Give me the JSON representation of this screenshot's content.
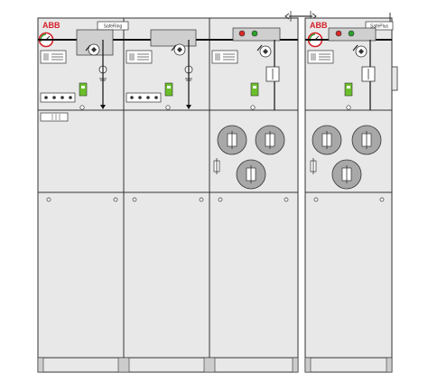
{
  "colors": {
    "panel": "#e8e8e8",
    "line": "#333333",
    "abb_red": "#d6202a",
    "indicator_red": "#d62828",
    "indicator_green": "#2ca02c",
    "mimic_green": "#6abf2a",
    "fuse_gray": "#a8a8a8",
    "plate_gray": "#bfbfbf"
  },
  "unit_left": {
    "brand_logo": "ABB",
    "name_plate": "SafeRing",
    "sections": [
      "cable-feeder",
      "cable-feeder",
      "fuse-switch-disconnector"
    ]
  },
  "unit_right": {
    "brand_logo": "ABB",
    "name_plate": "SafePlus",
    "sections": [
      "fuse-switch-disconnector"
    ]
  },
  "icons": {
    "pressure_gauge": "pressure-gauge-icon",
    "status_lamps": "status-lamp-icon",
    "fuse_canister": "fuse-canister-icon",
    "coupling": "busbar-coupling-icon"
  }
}
